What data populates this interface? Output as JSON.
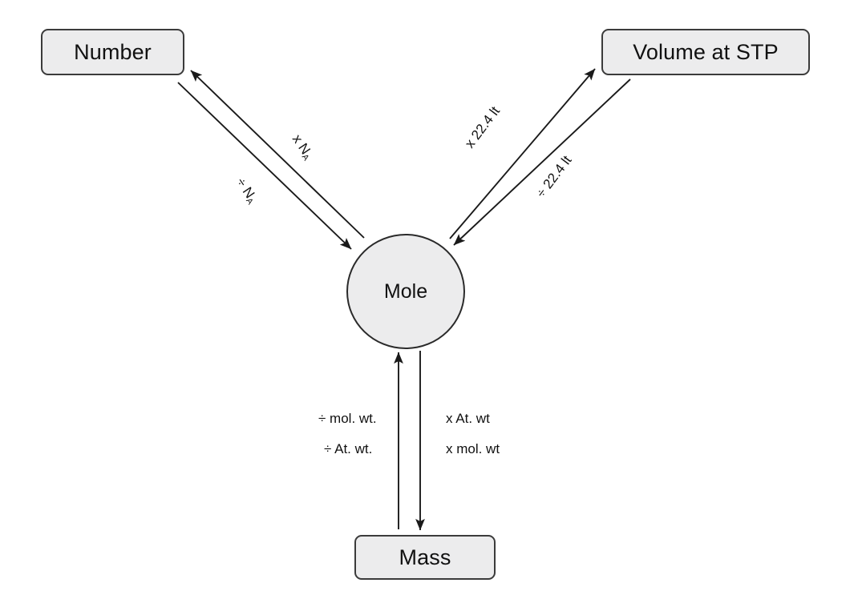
{
  "diagram": {
    "title": "Mole concept conversion diagram",
    "background_color": "#ffffff",
    "node_fill_color": "#ececed",
    "node_border_color": "#3b3b3b",
    "edge_color": "#1a1a1a",
    "nodes": {
      "number": {
        "label": "Number",
        "shape": "rounded-rect"
      },
      "volume": {
        "label": "Volume at STP",
        "shape": "rounded-rect"
      },
      "mole": {
        "label": "Mole",
        "shape": "circle"
      },
      "mass": {
        "label": "Mass",
        "shape": "rounded-rect"
      }
    },
    "edges": {
      "mole_to_number": {
        "label_prefix": "x",
        "label_symbol": "N",
        "label_sub": "A",
        "text": "x N A",
        "from": "Mole",
        "to": "Number"
      },
      "number_to_mole": {
        "label_prefix": "÷",
        "label_symbol": "N",
        "label_sub": "A",
        "text": "÷ N A",
        "from": "Number",
        "to": "Mole"
      },
      "mole_to_volume": {
        "text": "x 22.4 lt",
        "from": "Mole",
        "to": "Volume at STP"
      },
      "volume_to_mole": {
        "text": "÷ 22.4 lt",
        "from": "Volume at STP",
        "to": "Mole"
      },
      "mass_to_mole_1": {
        "text": "÷ mol. wt.",
        "from": "Mass",
        "to": "Mole"
      },
      "mass_to_mole_2": {
        "text": "÷ At. wt.",
        "from": "Mass",
        "to": "Mole"
      },
      "mole_to_mass_1": {
        "text": "x At. wt",
        "from": "Mole",
        "to": "Mass"
      },
      "mole_to_mass_2": {
        "text": "x mol. wt",
        "from": "Mole",
        "to": "Mass"
      }
    }
  }
}
